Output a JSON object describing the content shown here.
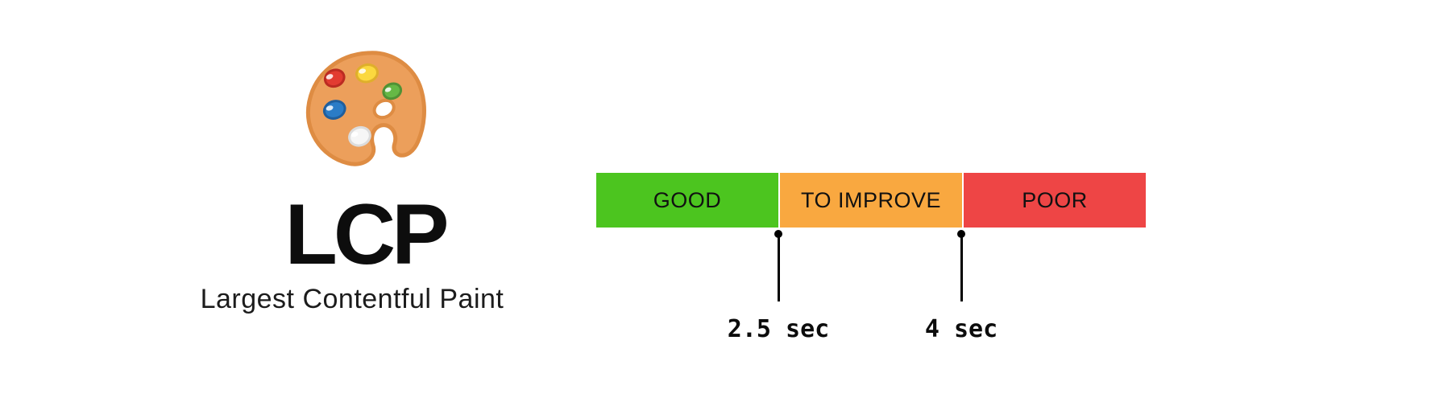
{
  "metric": {
    "abbreviation": "LCP",
    "full_name": "Largest Contentful Paint",
    "icon": "artist-palette"
  },
  "scale": {
    "segments": [
      {
        "label": "GOOD",
        "color": "#4cc51f"
      },
      {
        "label": "TO IMPROVE",
        "color": "#f9a840"
      },
      {
        "label": "POOR",
        "color": "#ee4545"
      }
    ],
    "thresholds": [
      {
        "label": "2.5 sec"
      },
      {
        "label": "4 sec"
      }
    ],
    "marker_color": "#000000",
    "text_color": "#111111"
  }
}
